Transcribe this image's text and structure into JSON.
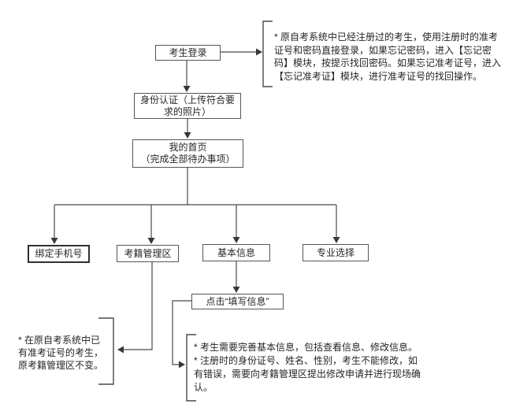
{
  "flow": {
    "login": "考生登录",
    "identity": "身份认证（上传符合要\n求的照片）",
    "homepage": "我的首页\n（完成全部待办事项）",
    "bind_phone": "绑定手机号",
    "exam_registry": "考籍管理区",
    "basic_info": "基本信息",
    "major_select": "专业选择",
    "fill_info": "点击“填写信息”"
  },
  "notes": {
    "login_note": "* 原自考系统中已经注册过的考生，使用注册时的准考\n证号和密码直接登录，如果忘记密码，进入【忘记密\n码】模块，按提示找回密码。如果忘记准考证号，进入\n【忘记准考证】模块，进行准考证号的找回操作。",
    "registry_note": "* 在原自考系统中已\n有准考证号的考生，\n原考籍管理区不变。",
    "basic_info_note": "* 考生需要完善基本信息，包括查看信息、修改信息。\n* 注册时的身份证号、姓名、性别，考生不能修改，如\n有错误，需要向考籍管理区提出修改申请并进行现场确\n认。"
  },
  "colors": {
    "line": "#4a4a4a",
    "border": "#565656",
    "text": "#262626",
    "background": "#ffffff"
  }
}
